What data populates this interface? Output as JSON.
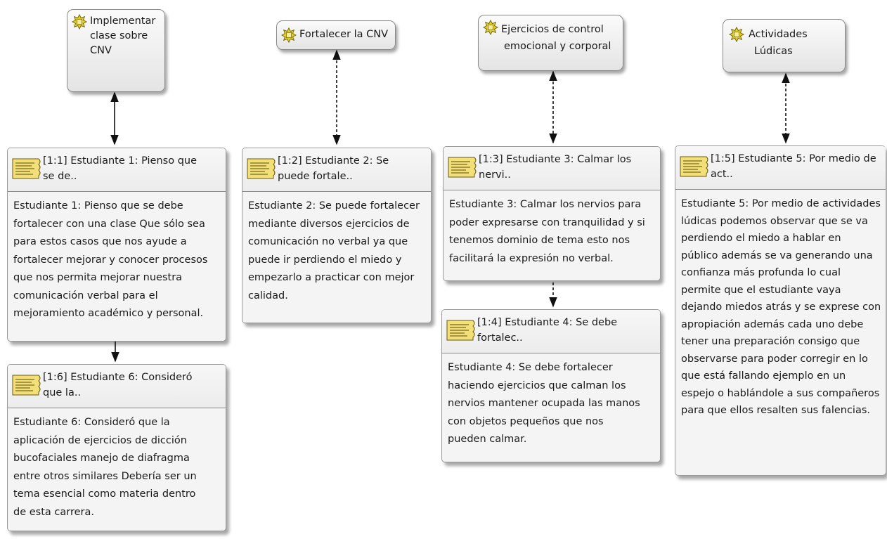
{
  "codes": [
    {
      "id": "c1",
      "label": "Implementar clase sobre CNV",
      "lines": [
        "Implementar",
        "clase sobre",
        "CNV"
      ]
    },
    {
      "id": "c2",
      "label": "Fortalecer la CNV",
      "lines": [
        "Fortalecer la CNV"
      ]
    },
    {
      "id": "c3",
      "label": "Ejercicios de control emocional y corporal",
      "lines": [
        "Ejercicios de control",
        "emocional y corporal"
      ]
    },
    {
      "id": "c4",
      "label": "Actividades Lúdicas",
      "lines": [
        "Actividades",
        "Lúdicas"
      ]
    }
  ],
  "quotations": [
    {
      "id": "q11",
      "title_lines": [
        "[1:1] Estudiante 1: Pienso que",
        "se de.."
      ],
      "body": "Estudiante 1: Pienso que se debe\nfortalecer con una clase Que sólo sea\npara estos casos que nos ayude a\nfortalecer mejorar y conocer procesos\nque nos permita mejorar nuestra\ncomunicación verbal para el\nmejoramiento académico y personal."
    },
    {
      "id": "q16",
      "title_lines": [
        "[1:6] Estudiante 6: Consideró",
        "que la.."
      ],
      "body": "Estudiante 6: Consideró que la\naplicación de ejercicios de dicción\nbucofaciales manejo de diafragma\nentre otros similares Debería ser un\ntema esencial como materia dentro\nde esta carrera."
    },
    {
      "id": "q12",
      "title_lines": [
        "[1:2] Estudiante 2: Se",
        "puede fortale.."
      ],
      "body": "Estudiante 2: Se puede fortalecer\nmediante diversos ejercicios de\ncomunicación no verbal ya que\npuede ir perdiendo el miedo y\nempezarlo a practicar con mejor\ncalidad."
    },
    {
      "id": "q13",
      "title_lines": [
        "[1:3] Estudiante 3: Calmar los",
        "nervi.."
      ],
      "body": "Estudiante 3: Calmar los nervios para\npoder expresarse con tranquilidad y si\ntenemos dominio de tema esto nos\nfacilitará la expresión no verbal."
    },
    {
      "id": "q14",
      "title_lines": [
        "[1:4] Estudiante 4: Se debe",
        "fortalec.."
      ],
      "body": "Estudiante 4: Se debe fortalecer\nhaciendo ejercicios que calman los\nnervios mantener ocupada las manos\ncon objetos pequeños que nos\npueden calmar."
    },
    {
      "id": "q15",
      "title_lines": [
        "[1:5] Estudiante 5: Por medio de",
        "act.."
      ],
      "body": "Estudiante 5: Por medio de actividades\nlúdicas podemos observar que se va\nperdiendo el miedo a hablar en\npúblico además se va generando una\nconfianza más profunda lo cual\npermite que el estudiante vaya\ndejando miedos atrás y se exprese con\napropiación además cada uno debe\ntener una preparación consigo que\nobservarse para poder corregir en lo\nque está fallando ejemplo en un\nespejo o hablándole a sus compañeros\npara que ellos resalten sus falencias."
    }
  ],
  "links": [
    {
      "from": "c1",
      "to": "q11",
      "style": "solid",
      "direction": "both"
    },
    {
      "from": "c2",
      "to": "q12",
      "style": "dashed",
      "direction": "both"
    },
    {
      "from": "c3",
      "to": "q13",
      "style": "dashed",
      "direction": "both"
    },
    {
      "from": "c4",
      "to": "q15",
      "style": "dashed",
      "direction": "both"
    },
    {
      "from": "q11",
      "to": "q16",
      "style": "solid",
      "direction": "forward"
    },
    {
      "from": "q13",
      "to": "q14",
      "style": "dashed",
      "direction": "forward"
    }
  ],
  "colors": {
    "code_icon": "#d8c21a",
    "quote_icon": "#f0dc73",
    "link": "#111111"
  }
}
